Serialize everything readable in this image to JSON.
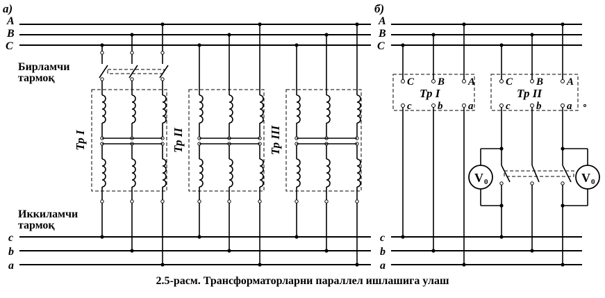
{
  "figure": {
    "panel_a_label": "а)",
    "panel_b_label": "б)",
    "caption": "2.5-расм. Трансформаторларни параллел ишлашига улаш"
  },
  "buses": {
    "primary": [
      "A",
      "B",
      "C"
    ],
    "secondary": [
      "c",
      "b",
      "a"
    ]
  },
  "panel_a": {
    "primary_network_line1": "Бирламчи",
    "primary_network_line2": "тармоқ",
    "secondary_network_line1": "Иккиламчи",
    "secondary_network_line2": "тармоқ",
    "transformers": [
      "Тр I",
      "Тр II",
      "Тр III"
    ]
  },
  "panel_b": {
    "transformers": [
      {
        "name": "Тр I",
        "hv_terminals": [
          "C",
          "B",
          "A"
        ],
        "lv_terminals": [
          "c",
          "b",
          "a"
        ]
      },
      {
        "name": "Тр II",
        "hv_terminals": [
          "C",
          "B",
          "A"
        ],
        "lv_terminals": [
          "c",
          "b",
          "a"
        ]
      }
    ],
    "voltmeter_label": "V",
    "voltmeter_sub": "0"
  }
}
